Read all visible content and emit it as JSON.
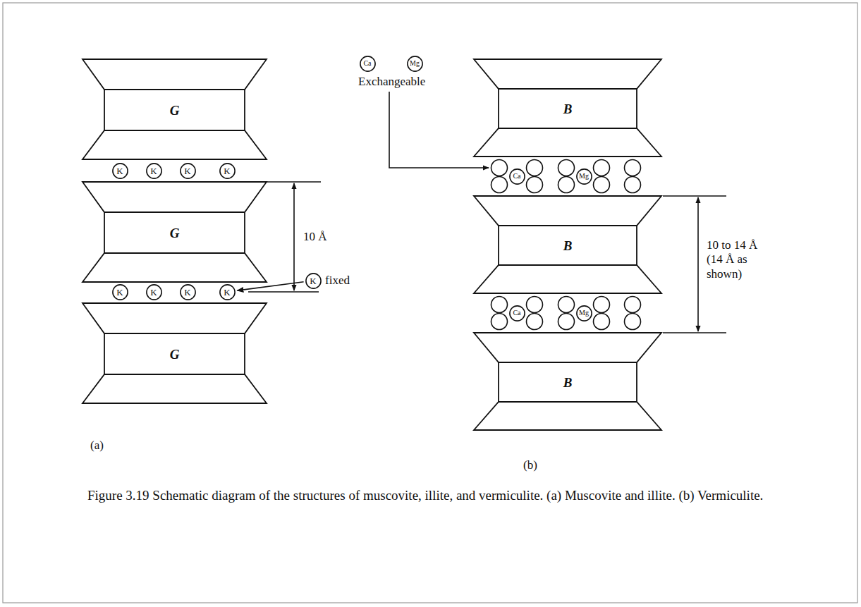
{
  "diagram": {
    "caption": "Figure 3.19 Schematic diagram of the structures of muscovite, illite, and vermiculite. (a) Muscovite and illite. (b) Vermiculite.",
    "nodes": [
      {
        "text": [
          "G"
        ]
      },
      {
        "text": [
          "K"
        ]
      },
      {
        "text": [
          "K"
        ]
      },
      {
        "text": [
          "K"
        ]
      },
      {
        "text": [
          "K"
        ]
      },
      {
        "text": [
          "G"
        ]
      },
      {
        "text": [
          "K"
        ]
      },
      {
        "text": [
          "K"
        ]
      },
      {
        "text": [
          "K"
        ]
      },
      {
        "text": [
          "K"
        ]
      },
      {
        "text": [
          "K"
        ]
      },
      {
        "text": [
          "G"
        ]
      },
      {
        "text": [
          "Ca"
        ]
      },
      {
        "text": [
          "Mg"
        ]
      },
      {
        "text": [
          "B"
        ]
      },
      {
        "text": [
          "Ca"
        ]
      },
      {
        "text": [
          "Mg"
        ]
      },
      {
        "text": [
          "B"
        ]
      },
      {
        "text": [
          "Ca"
        ]
      },
      {
        "text": [
          "Mg"
        ]
      },
      {
        "text": [
          "B"
        ]
      }
    ],
    "edges": [
      {
        "from": 10,
        "to": 9,
        "arrow": "to"
      }
    ],
    "labels": [
      "10 Å",
      "fixed",
      "Exchangeable",
      "10 to 14 Å (14 Å as shown)",
      "(a)",
      "(b)"
    ]
  }
}
